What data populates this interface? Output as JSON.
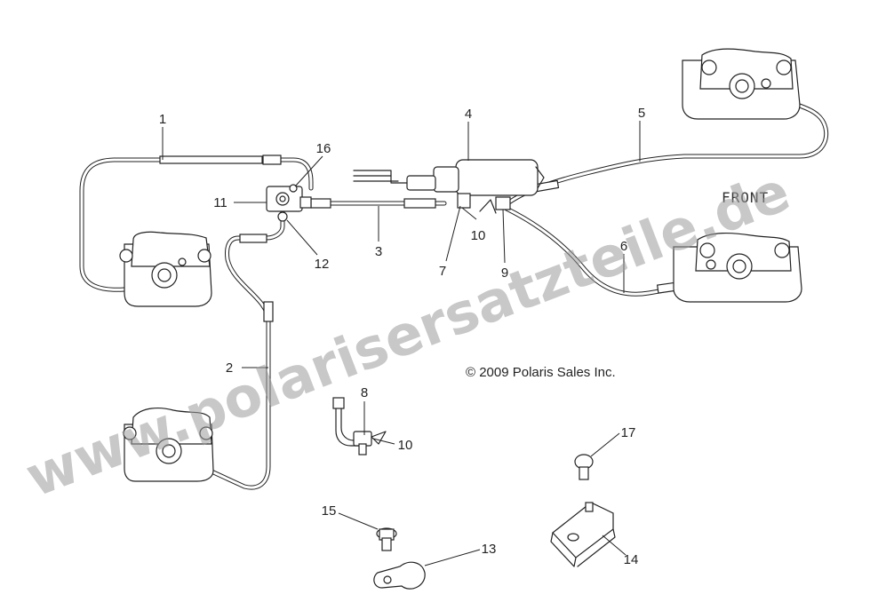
{
  "callouts": {
    "c1": "1",
    "c2": "2",
    "c3": "3",
    "c4": "4",
    "c5": "5",
    "c6": "6",
    "c7": "7",
    "c8": "8",
    "c9": "9",
    "c10a": "10",
    "c10b": "10",
    "c11": "11",
    "c12": "12",
    "c13": "13",
    "c14": "14",
    "c15": "15",
    "c16": "16",
    "c17": "17"
  },
  "labels": {
    "front": "FRONT",
    "copyright": "© 2009 Polaris Sales Inc."
  },
  "watermark": {
    "text": "www.polarisersatzteile.de",
    "color": "#9a9a9a"
  }
}
